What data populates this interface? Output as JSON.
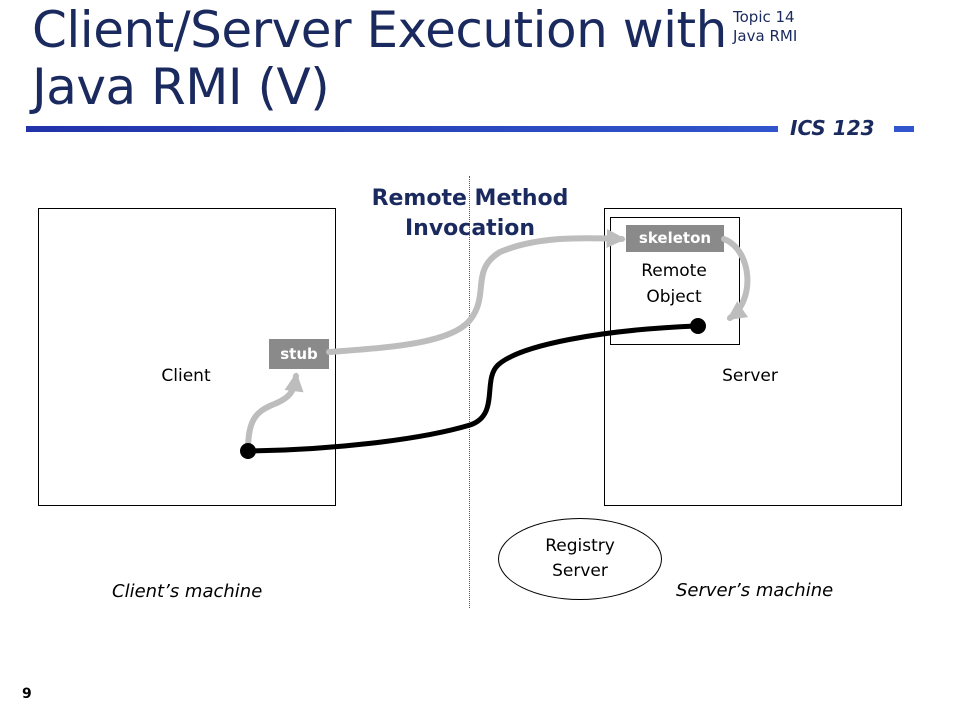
{
  "header": {
    "title_line1": "Client/Server Execution with",
    "title_line2": "Java RMI (V)",
    "topic_line1": "Topic 14",
    "topic_line2": "Java RMI",
    "course": "ICS 123"
  },
  "diagram": {
    "heading_line1": "Remote Method",
    "heading_line2": "Invocation",
    "client_label": "Client",
    "server_label": "Server",
    "stub_label": "stub",
    "skeleton_label": "skeleton",
    "remote_object_line1": "Remote",
    "remote_object_line2": "Object",
    "registry_line1": "Registry",
    "registry_line2": "Server",
    "client_machine_label": "Client’s machine",
    "server_machine_label": "Server’s machine",
    "colors": {
      "title": "#1a2a5e",
      "accent_bar": "#3055cc",
      "tag_fill": "#8a8a8a",
      "invocation_path": "#bdbdbd",
      "control_path": "#000000"
    }
  },
  "footer": {
    "page_number": "9"
  }
}
